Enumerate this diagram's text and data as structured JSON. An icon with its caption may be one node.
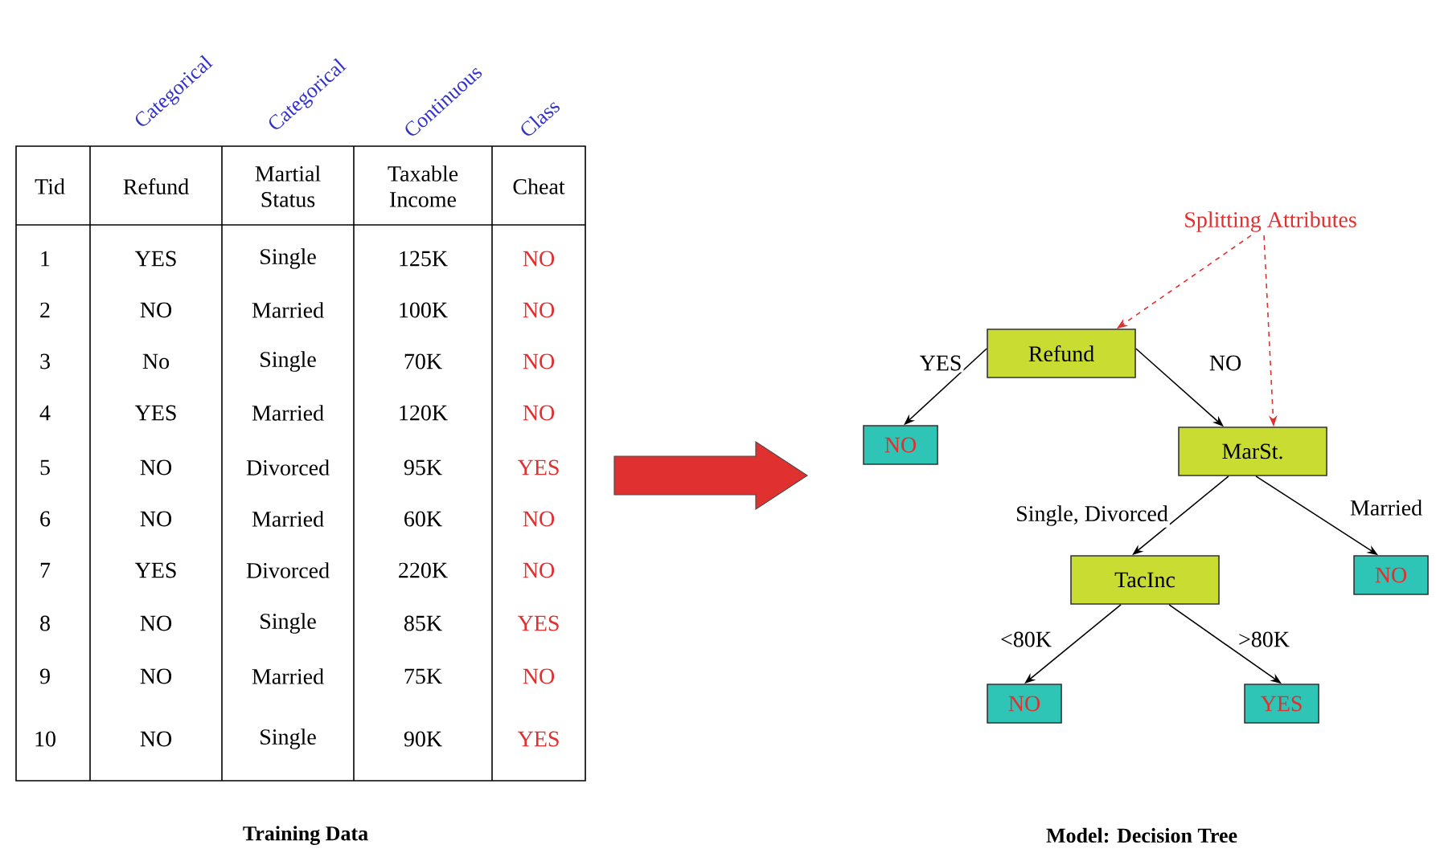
{
  "diagram": {
    "nodes": [
      {
        "text": [
          "Splitting Attributes"
        ]
      },
      {
        "text": [
          "Refund"
        ]
      },
      {
        "text": [
          "NO"
        ]
      },
      {
        "text": [
          "MarSt."
        ]
      },
      {
        "text": [
          "TacInc"
        ]
      },
      {
        "text": [
          "NO"
        ]
      },
      {
        "text": [
          "NO"
        ]
      },
      {
        "text": [
          "YES"
        ]
      }
    ],
    "edges": [
      {
        "from": 0,
        "to": 1,
        "arrow": "to",
        "style": "dashed",
        "color": "#e03030"
      },
      {
        "from": 0,
        "to": 3,
        "arrow": "to",
        "style": "dashed",
        "color": "#e03030"
      },
      {
        "from": 1,
        "to": 2,
        "arrow": "to",
        "label": "YES"
      },
      {
        "from": 1,
        "to": 3,
        "arrow": "to",
        "label": "NO"
      },
      {
        "from": 3,
        "to": 4,
        "arrow": "to",
        "label": "Single, Divorced"
      },
      {
        "from": 3,
        "to": 5,
        "arrow": "to",
        "label": "Married"
      },
      {
        "from": 4,
        "to": 6,
        "arrow": "to",
        "label": "<80K"
      },
      {
        "from": 4,
        "to": 7,
        "arrow": "to",
        "label": ">80K"
      }
    ],
    "labels": [
      "Categorical",
      "Categorical",
      "Continuous",
      "Class",
      "Tid",
      "Refund",
      "Martial Status",
      "Taxable Income",
      "Cheat",
      "1",
      "YES",
      "Single",
      "125K",
      "NO",
      "2",
      "NO",
      "Married",
      "100K",
      "NO",
      "3",
      "No",
      "Single",
      "70K",
      "NO",
      "4",
      "YES",
      "Married",
      "120K",
      "NO",
      "5",
      "NO",
      "Divorced",
      "95K",
      "YES",
      "6",
      "NO",
      "Married",
      "60K",
      "NO",
      "7",
      "YES",
      "Divorced",
      "220K",
      "NO",
      "8",
      "NO",
      "Single",
      "85K",
      "YES",
      "9",
      "NO",
      "Married",
      "75K",
      "NO",
      "10",
      "NO",
      "Single",
      "90K",
      "YES",
      "Training Data",
      "Model: Decision Tree"
    ]
  }
}
